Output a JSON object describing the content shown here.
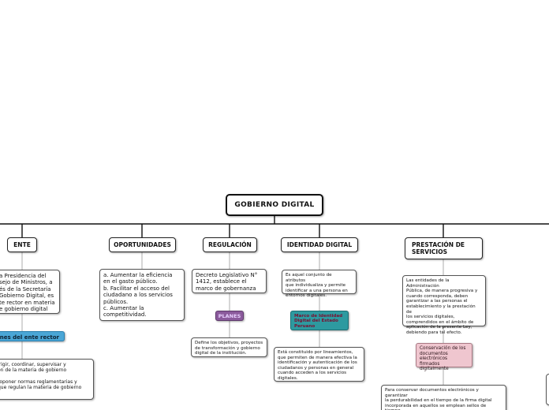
{
  "root": {
    "label": "GOBIERNO DIGITAL"
  },
  "branches": {
    "ente": "ENTE",
    "oportunidades": "OPORTUNIDADES",
    "regulacion": "REGULACIÓN",
    "identidad": "IDENTIDAD DIGITAL",
    "prestacion": "PRESTACIÓN DE SERVICIOS"
  },
  "ente": {
    "description": "a Presidencia del\nsejo de Ministros, a\nés de la Secretaría\nGobierno Digital, es\nte rector en materia\ne gobierno digital",
    "functions_label": "ones del ente rector",
    "functions_text": "irigir, coordinar, supervisar y\nón de la materia de gobierno\n\nroponer normas reglamentarias y\nque regulan la materia de gobierno"
  },
  "oportunidades": {
    "text": "a.      Aumentar la eficiencia\nen el gasto público.\nb.      Facilitar el acceso del\nciudadano a los servicios\npúblicos.\nc.      Aumentar la\ncompetitividad."
  },
  "regulacion": {
    "decreto": "Decreto Legislativo N°\n1412, establece el\nmarco de gobernanza",
    "planes_label": "PLANES",
    "planes_text": "Define los objetivos, proyectos\nde transformación y gobierno\ndigital de la institución."
  },
  "identidad": {
    "definition": "Es aquel conjunto de atributos\nque individualiza y permite\nidentificar a una persona en\nentornos digitales.",
    "marco_label": "Marco de Identidad\nDigital del Estado\nPeruano",
    "marco_text": "Está constituido por lineamientos,\nque permiten de manera efectiva la\nidentificación y autenticación de los\nciudadanos y personas en general\ncuando acceden a los servicios\ndigitales."
  },
  "prestacion": {
    "text": "Las entidades de la Administración\nPública, de manera progresiva y\ncuando corresponda, deben\ngarantizar a las personas el\nestablecimiento y la prestación de\nlos servicios digitales,\ncomprendidos en el ámbito de\naplicación de la presente Ley,\ndebiendo para tal efecto.",
    "conservacion_label": "Conservación de los\ndocumentos\nelectrónicos firmados\ndigitalmente",
    "conservacion_text": "Para conservar documentos electrónicos y garantizar\nla perdurabilidad en el tiempo de la firma digital\nincorporada en aquellos se emplean sellos de tiempo\ny mecanismos basados en estándares\ninternacionalmente aceptados que permiten verificar"
  }
}
